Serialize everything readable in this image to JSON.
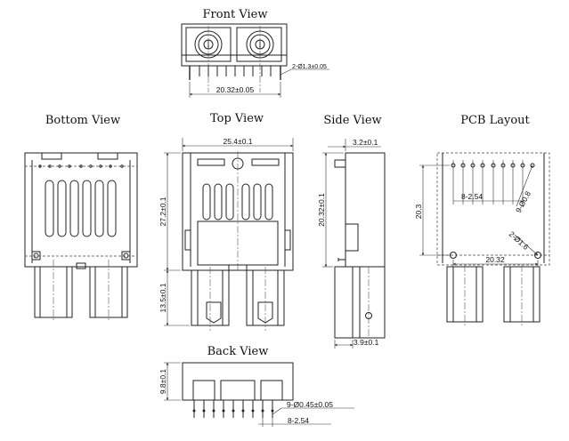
{
  "views": {
    "front": {
      "title": "Front View",
      "dim_width": "20.32±0.05",
      "dim_pin": "2-Ø1.3±0.05"
    },
    "bottom": {
      "title": "Bottom View"
    },
    "top": {
      "title": "Top View",
      "dim_width": "25.4±0.1",
      "dim_length": "27.2±0.1",
      "dim_port": "13.5±0.1"
    },
    "side": {
      "title": "Side View",
      "dim_top": "3.2±0.1",
      "dim_height": "20.32±0.1",
      "dim_bottom": "3.9±0.1"
    },
    "pcb": {
      "title": "PCB Layout",
      "dim_pitch": "8-2.54",
      "dim_holes": "9-Ø0.8",
      "dim_height": "20.3",
      "dim_mount": "2-Ø1.6",
      "dim_span": "20.32"
    },
    "back": {
      "title": "Back View",
      "dim_height": "9.8±0.1",
      "dim_pins": "9-Ø0.45±0.05",
      "dim_pitch": "8-2.54"
    }
  },
  "colors": {
    "line": "#222222",
    "background": "#ffffff"
  }
}
